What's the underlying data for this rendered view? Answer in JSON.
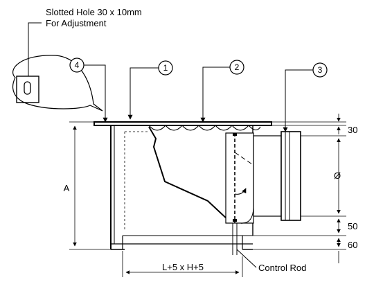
{
  "diagram": {
    "note_line1": "Slotted Hole 30 x 10mm",
    "note_line2": "For Adjustment",
    "callouts": [
      "4",
      "1",
      "2",
      "3"
    ],
    "dim_top": "30",
    "dim_diameter": "Ø",
    "dim_mid": "50",
    "dim_bottom": "60",
    "dim_height": "A",
    "dim_base": "L+5 x H+5",
    "control_rod_label": "Control Rod"
  },
  "colors": {
    "line": "#000000",
    "background": "#ffffff"
  }
}
